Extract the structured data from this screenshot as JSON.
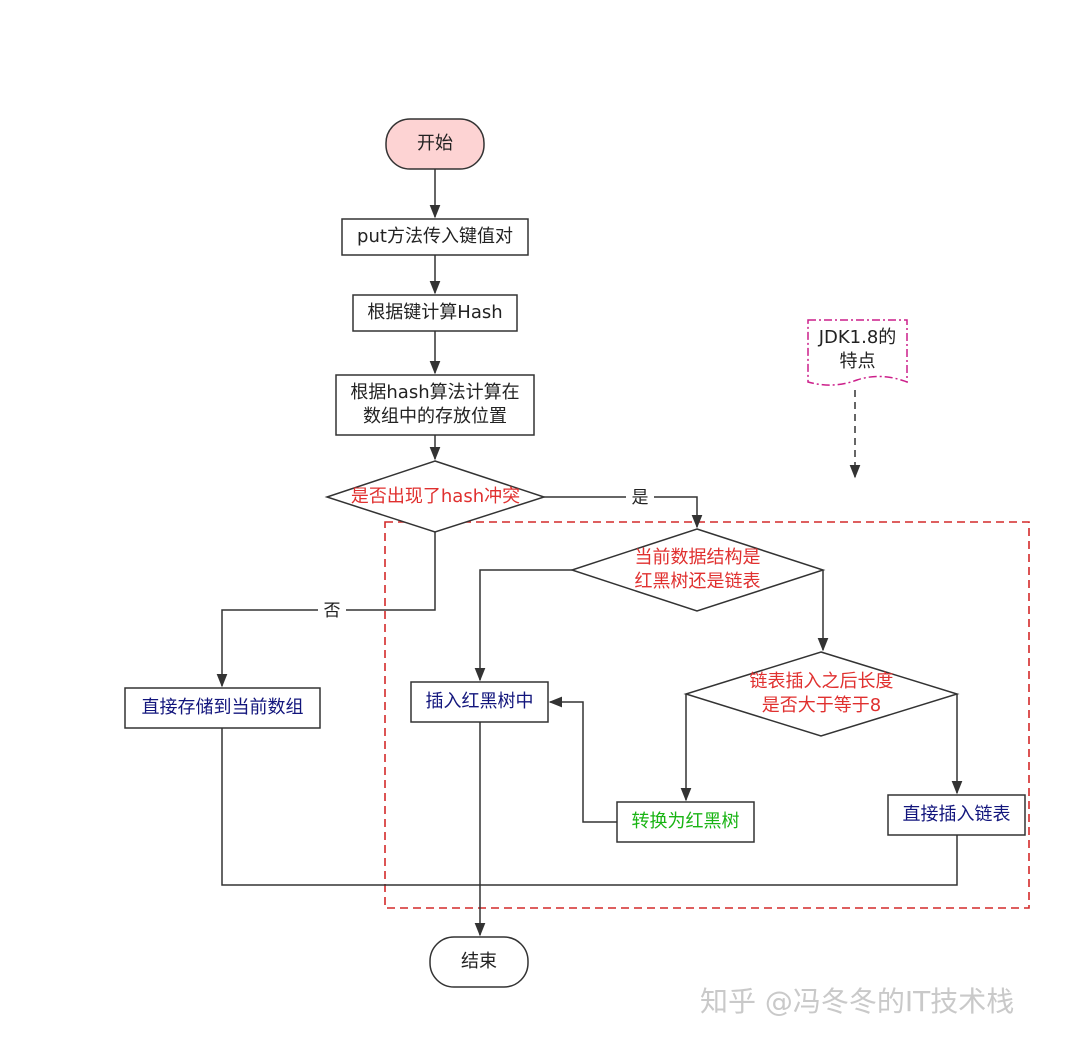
{
  "nodes": {
    "start": "开始",
    "put": "put方法传入键值对",
    "hash": "根据键计算Hash",
    "index": "根据hash算法计算在\n数组中的存放位置",
    "collision": "是否出现了hash冲突",
    "structure": "当前数据结构是\n红黑树还是链表",
    "store_direct": "直接存储到当前数组",
    "insert_rbtree": "插入红黑树中",
    "length_check": "链表插入之后长度\n是否大于等于8",
    "convert": "转换为红黑树",
    "insert_list": "直接插入链表",
    "end": "结束",
    "note": "JDK1.8的\n特点"
  },
  "edges": {
    "yes": "是",
    "no": "否"
  },
  "watermark": "知乎 @冯冬冬的IT技术栈",
  "colors": {
    "start_fill": "#fdd3d3",
    "red_text": "#e0302f",
    "navy_text": "#12157c",
    "green_text": "#19b414",
    "dashed_box": "#d42a2a",
    "note_border": "#cc1f8a"
  }
}
